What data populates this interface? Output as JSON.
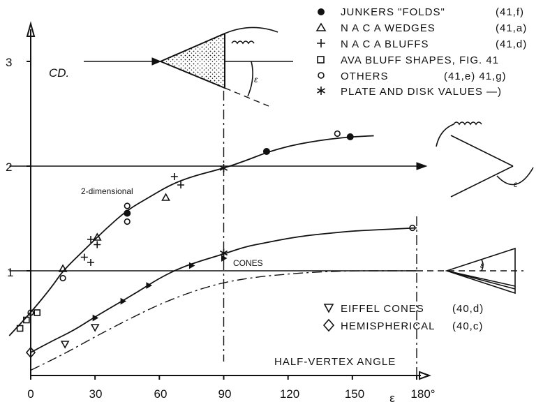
{
  "chart_data": {
    "type": "scatter",
    "title": "",
    "ylabel": "CD.",
    "xlabel": "HALF-VERTEX ANGLE",
    "x_unit_label": "ε",
    "xlim": [
      0,
      180
    ],
    "ylim": [
      0,
      3.3
    ],
    "x_ticks": [
      {
        "value": 0,
        "label": "0"
      },
      {
        "value": 30,
        "label": "30"
      },
      {
        "value": 60,
        "label": "60"
      },
      {
        "value": 90,
        "label": "90"
      },
      {
        "value": 120,
        "label": "120"
      },
      {
        "value": 150,
        "label": "150"
      },
      {
        "value": 180,
        "label": "180°"
      }
    ],
    "y_ticks": [
      {
        "value": 1,
        "label": "1"
      },
      {
        "value": 2,
        "label": "2"
      },
      {
        "value": 3,
        "label": "3"
      }
    ],
    "legend": [
      {
        "symbol": "filled-circle",
        "label": "JUNKERS \"FOLDS\"",
        "ref": "(41,f)"
      },
      {
        "symbol": "triangle-up",
        "label": "N A C A  WEDGES",
        "ref": "(41,a)"
      },
      {
        "symbol": "plus",
        "label": "N A C A  BLUFFS",
        "ref": "(41,d)"
      },
      {
        "symbol": "square",
        "label": "AVA BLUFF SHAPES, FIG. 41",
        "ref": ""
      },
      {
        "symbol": "circle",
        "label": "OTHERS",
        "ref": "(41,e) 41,g)"
      },
      {
        "symbol": "asterisk",
        "label": "PLATE AND DISK VALUES —)",
        "ref": ""
      }
    ],
    "legend2": [
      {
        "symbol": "triangle-down",
        "label": "EIFFEL  CONES",
        "ref": "(40,d)"
      },
      {
        "symbol": "diamond",
        "label": "HEMISPHERICAL",
        "ref": "(40,c)"
      }
    ],
    "annotations": {
      "two_dim": "2-dimensional",
      "cones": "CONES"
    },
    "curves": [
      {
        "name": "2-dimensional",
        "style": "solid",
        "x": [
          -10,
          0,
          10,
          15,
          25,
          35,
          45,
          55,
          65,
          75,
          90,
          100,
          110,
          120,
          130,
          140,
          150,
          160
        ],
        "y": [
          0.38,
          0.6,
          0.85,
          1.0,
          1.2,
          1.4,
          1.58,
          1.7,
          1.82,
          1.9,
          1.98,
          2.05,
          2.13,
          2.19,
          2.23,
          2.26,
          2.28,
          2.29
        ]
      },
      {
        "name": "cones",
        "style": "solid",
        "x": [
          0,
          10,
          20,
          30,
          40,
          50,
          60,
          70,
          80,
          90,
          100,
          110,
          120,
          130,
          140,
          150,
          160,
          170,
          180
        ],
        "y": [
          0.22,
          0.33,
          0.43,
          0.56,
          0.68,
          0.8,
          0.93,
          1.03,
          1.1,
          1.16,
          1.23,
          1.27,
          1.31,
          1.34,
          1.36,
          1.38,
          1.39,
          1.4,
          1.41
        ]
      },
      {
        "name": "dash-dot",
        "style": "dashdot",
        "x": [
          0,
          15,
          30,
          45,
          60,
          75,
          90,
          105,
          120,
          135,
          150,
          165,
          180
        ],
        "y": [
          0.05,
          0.2,
          0.37,
          0.53,
          0.68,
          0.8,
          0.89,
          0.94,
          0.97,
          0.99,
          1.0,
          1.0,
          1.0
        ]
      }
    ],
    "series": [
      {
        "symbol": "filled-circle",
        "points": [
          [
            45,
            1.55
          ],
          [
            110,
            2.14
          ],
          [
            149,
            2.28
          ]
        ]
      },
      {
        "symbol": "triangle-up",
        "points": [
          [
            15,
            1.02
          ],
          [
            31,
            1.32
          ],
          [
            63,
            1.7
          ]
        ]
      },
      {
        "symbol": "plus",
        "points": [
          [
            25,
            1.13
          ],
          [
            28,
            1.08
          ],
          [
            28,
            1.3
          ],
          [
            31,
            1.25
          ],
          [
            70,
            1.82
          ],
          [
            67,
            1.9
          ]
        ]
      },
      {
        "symbol": "square",
        "points": [
          [
            -5,
            0.45
          ],
          [
            -2,
            0.53
          ],
          [
            3,
            0.6
          ]
        ]
      },
      {
        "symbol": "circle",
        "points": [
          [
            0,
            0.6
          ],
          [
            15,
            0.93
          ],
          [
            45,
            1.47
          ],
          [
            45,
            1.62
          ],
          [
            143,
            2.31
          ],
          [
            178,
            1.41
          ]
        ]
      },
      {
        "symbol": "asterisk",
        "points": [
          [
            90,
            1.98
          ],
          [
            90,
            1.17
          ]
        ]
      },
      {
        "symbol": "triangle-down",
        "points": [
          [
            16,
            0.3
          ],
          [
            30,
            0.46
          ]
        ]
      },
      {
        "symbol": "dot",
        "points": [
          [
            30,
            0.55
          ],
          [
            43,
            0.71
          ],
          [
            55,
            0.86
          ],
          [
            75,
            1.05
          ],
          [
            90,
            1.12
          ]
        ]
      },
      {
        "symbol": "diamond",
        "points": [
          [
            0,
            0.22
          ]
        ]
      }
    ]
  }
}
